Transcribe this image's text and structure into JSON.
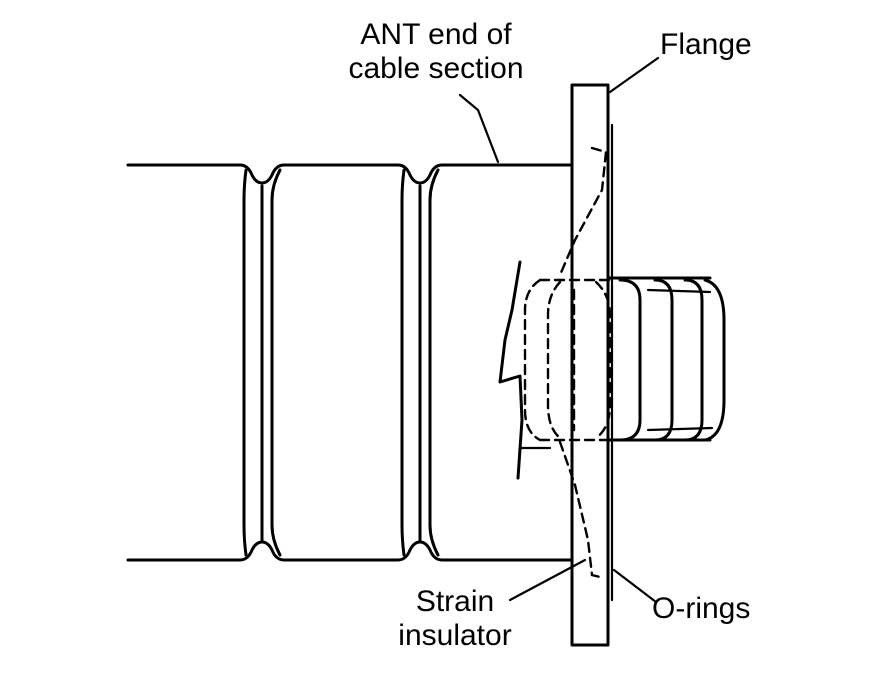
{
  "labels": {
    "ant_end_line1": "ANT end of",
    "ant_end_line2": "cable section",
    "flange": "Flange",
    "strain_line1": "Strain",
    "strain_line2": "insulator",
    "orings": "O-rings"
  }
}
